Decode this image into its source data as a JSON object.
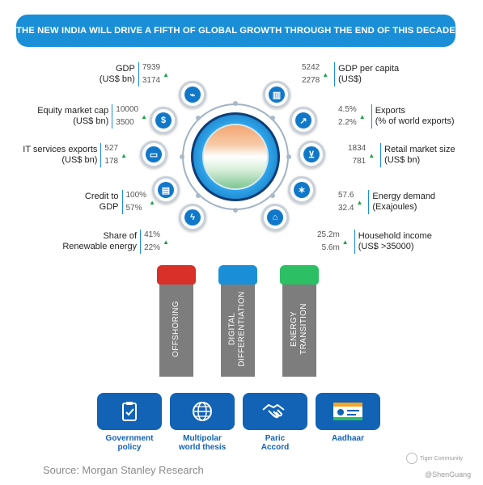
{
  "title": "THE NEW INDIA WILL DRIVE A FIFTH OF GLOBAL GROWTH THROUGH THE END OF THIS DECADE",
  "colors": {
    "banner": "#1a8fd8",
    "up_arrow": "#1aa34a",
    "policy_tile": "#1262b5"
  },
  "left_stats": [
    {
      "label": "GDP\n(US$ bn)",
      "top": "7939",
      "bottom": "3174",
      "icon": "chart-icon"
    },
    {
      "label": "Equity market cap\n(US$ bn)",
      "top": "10000",
      "bottom": "3500",
      "icon": "stock-icon"
    },
    {
      "label": "IT services exports\n(US$ bn)",
      "top": "527",
      "bottom": "178",
      "icon": "monitor-icon"
    },
    {
      "label": "Credit to\nGDP",
      "top": "100%",
      "bottom": "57%",
      "icon": "card-icon"
    },
    {
      "label": "Share of\nRenewable energy",
      "top": "41%",
      "bottom": "22%",
      "icon": "energy-icon"
    }
  ],
  "right_stats": [
    {
      "label": "GDP per capita\n(US$)",
      "top": "5242",
      "bottom": "2278",
      "icon": "bar-chart-icon"
    },
    {
      "label": "Exports\n(% of world exports)",
      "top": "4.5%",
      "bottom": "2.2%",
      "icon": "export-icon"
    },
    {
      "label": "Retail market size\n(US$ bn)",
      "top": "1834",
      "bottom": "781",
      "icon": "cart-icon"
    },
    {
      "label": "Energy demand\n(Exajoules)",
      "top": "57.6",
      "bottom": "32.4",
      "icon": "compass-icon"
    },
    {
      "label": "Household income\n(US$ >35000)",
      "top": "25.2m",
      "bottom": "5.6m",
      "icon": "home-icon"
    }
  ],
  "pillars": [
    {
      "label": "OFFSHORING",
      "color": "#d9302a"
    },
    {
      "label": "DIGITAL\nDIFFERENTIATION",
      "color": "#1a8fd8"
    },
    {
      "label": "ENERGY\nTRANSITION",
      "color": "#2dbf64"
    }
  ],
  "policies": [
    {
      "label": "Government\npolicy",
      "icon": "clipboard-icon"
    },
    {
      "label": "Multipolar\nworld thesis",
      "icon": "globe-icon"
    },
    {
      "label": "Paric\nAccord",
      "icon": "handshake-icon"
    },
    {
      "label": "Aadhaar",
      "icon": "id-card-icon"
    }
  ],
  "source": "Source: Morgan Stanley Research",
  "watermark": {
    "community": "Tiger Community",
    "handle": "@ShenGuang"
  }
}
